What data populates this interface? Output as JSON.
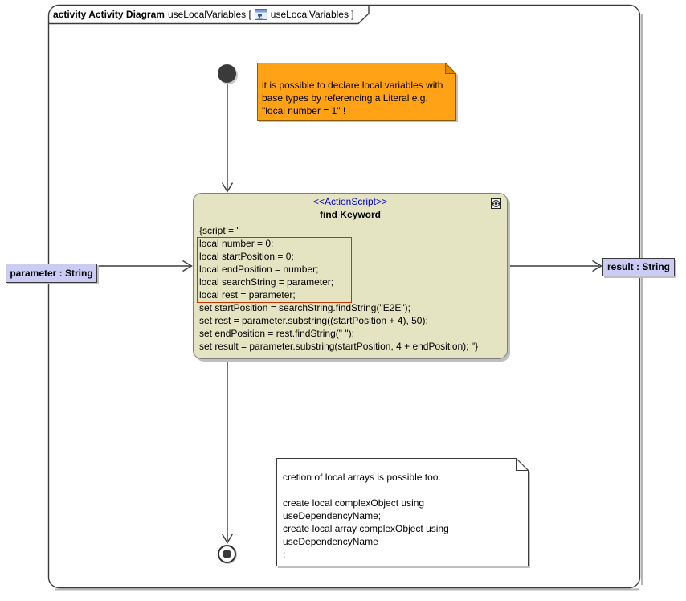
{
  "frame": {
    "kind_label": "activity Activity Diagram",
    "name_label": "useLocalVariables [",
    "ref_label": "useLocalVariables ]"
  },
  "action_node": {
    "stereotype": "<<ActionScript>>",
    "name": "find Keyword",
    "script_lines": [
      "{script = \"",
      "local number = 0;",
      "local startPosition = 0;",
      "local endPosition = number;",
      "local searchString = parameter;",
      "local rest = parameter;",
      "set startPosition = searchString.findString(\"E2E\");",
      "set rest = parameter.substring((startPosition + 4), 50);",
      "set endPosition = rest.findString(\" \");",
      "set result = parameter.substring(startPosition, 4 + endPosition); \"}"
    ],
    "highlighted_lines": [
      "local number = 0;",
      "local startPosition = 0;",
      "local endPosition = number;",
      "local searchString = parameter;",
      "local rest = parameter;"
    ]
  },
  "object_nodes": {
    "input_parameter": "parameter : String",
    "output_result": "result : String"
  },
  "notes": {
    "local_variables_note": {
      "lines": [
        "it is possible to declare local variables with",
        "base types by referencing a Literal e.g.",
        "\"local number = 1\" !"
      ]
    },
    "local_arrays_note": {
      "lines": [
        "cretion of local arrays is possible too.",
        "",
        "create local complexObject using",
        "useDependencyName;",
        "create local array complexObject using",
        "useDependencyName",
        ";"
      ]
    }
  },
  "icons": {
    "activity_diagram_icon": "activity-diagram-icon",
    "behavior_icon": "behavior-icon"
  },
  "colors": {
    "frame_border": "#3a3a3a",
    "note_orange_fill": "#FFA216",
    "note_orange_border": "#8B5A00",
    "note_orange_fold": "#DE8A00",
    "action_fill": "#E4E4C2",
    "highlight_red": "#CC3300",
    "stereotype_blue": "#0000CC",
    "pin_lavender": "#CBCBF3",
    "node_dark": "#3a3a3a"
  }
}
